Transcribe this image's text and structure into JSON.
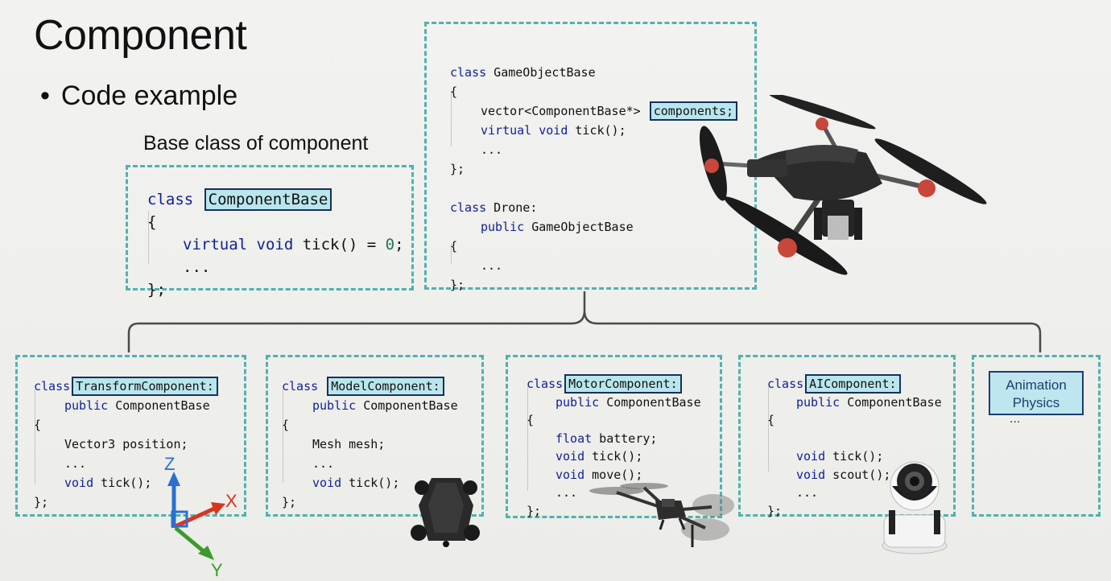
{
  "slide": {
    "title": "Component",
    "bullet_dot": "•",
    "bullet": "Code example",
    "base_caption": "Base class of component"
  },
  "base_class": {
    "l1_kw": "class",
    "l1_name": "ComponentBase",
    "l2": "{",
    "l3_kw": "virtual void",
    "l3_rest": " tick() = ",
    "l3_num": "0",
    "l3_end": ";",
    "l4": "...",
    "l5": "};"
  },
  "gameobject": {
    "l1_kw": "class",
    "l1_rest": " GameObjectBase",
    "l2": "{",
    "l3_rest": "vector<ComponentBase*>",
    "l3_hl": "components;",
    "l4_kw": "virtual void",
    "l4_rest": " tick();",
    "l5": "...",
    "l6": "};",
    "l7_kw": "class",
    "l7_rest": " Drone:",
    "l8_kw": "public",
    "l8_rest": " GameObjectBase",
    "l9": "{",
    "l10": "...",
    "l11": "};"
  },
  "components": [
    {
      "kw": "class",
      "name": "TransformComponent:",
      "pub_kw": "public",
      "pub_rest": " ComponentBase",
      "open": "{",
      "b1": "Vector3 position;",
      "b2": "...",
      "b3_kw": "void",
      "b3_rest": " tick();",
      "close": "};"
    },
    {
      "kw": "class",
      "name": "ModelComponent:",
      "pub_kw": "public",
      "pub_rest": " ComponentBase",
      "open": "{",
      "b1": "Mesh mesh;",
      "b2": "...",
      "b3_kw": "void",
      "b3_rest": " tick();",
      "close": "};"
    },
    {
      "kw": "class",
      "name": "MotorComponent:",
      "pub_kw": "public",
      "pub_rest": " ComponentBase",
      "open": "{",
      "b1_kw": "float",
      "b1_rest": " battery;",
      "b2_kw": "void",
      "b2_rest": " tick();",
      "b3_kw": "void",
      "b3_rest": " move();",
      "b4": "...",
      "close": "};"
    },
    {
      "kw": "class",
      "name": "AIComponent:",
      "pub_kw": "public",
      "pub_rest": " ComponentBase",
      "open": "{",
      "b1_kw": "void",
      "b1_rest": " tick();",
      "b2_kw": "void",
      "b2_rest": " scout();",
      "b3": "...",
      "close": "};"
    },
    {
      "line1": "Animation",
      "line2": "Physics",
      "dots": "..."
    }
  ],
  "axes": {
    "z": "Z",
    "x": "X",
    "y": "Y"
  },
  "colors": {
    "dash": "#4fb3ad",
    "keyword": "#0f1f9a",
    "highlight_bg": "#b9e6ec",
    "highlight_border": "#16305a"
  },
  "icons": [
    "axes-gizmo-icon",
    "drone-photo-icon",
    "folded-drone-icon",
    "racing-drone-icon",
    "security-camera-icon"
  ]
}
